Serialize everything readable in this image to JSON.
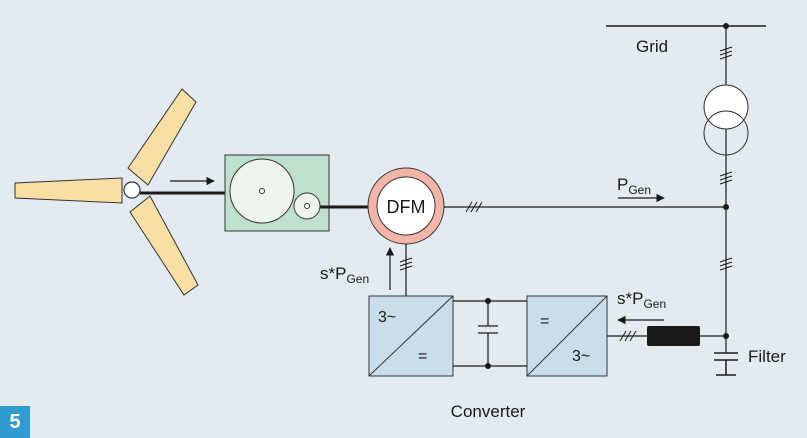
{
  "figure_number": "5",
  "labels": {
    "grid": "Grid",
    "dfm": "DFM",
    "p_gen": "P",
    "p_gen_sub": "Gen",
    "s_p_gen_left": "s*P",
    "s_p_gen_left_sub": "Gen",
    "s_p_gen_right": "s*P",
    "s_p_gen_right_sub": "Gen",
    "rectifier_top": "3~",
    "rectifier_bottom": "=",
    "inverter_top": "=",
    "inverter_bottom": "3~",
    "filter": "Filter",
    "converter": "Converter"
  },
  "colors": {
    "background": "#e4ebf0",
    "blade": "#f7dfa6",
    "gearbox": "#bfe0cc",
    "generator_ring": "#f2b5a8",
    "converter_box": "#c9ddeb",
    "filter_block": "#1a1a1a",
    "badge": "#2f9bd1"
  }
}
